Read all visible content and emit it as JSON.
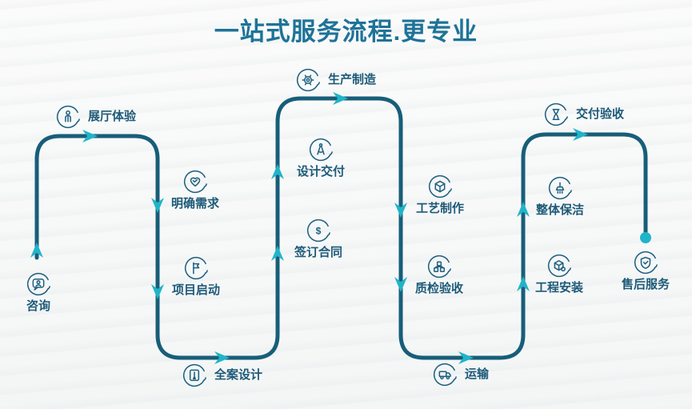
{
  "title": "一站式服务流程.更专业",
  "colors": {
    "title": "#1e7398",
    "line": "#175e79",
    "accent": "#20b4c9",
    "label": "#1d5a78",
    "icon": "#1d6080",
    "bg": "#f7f8f8"
  },
  "steps": [
    {
      "label": "咨询",
      "icon": "consultation-chat-icon"
    },
    {
      "label": "展厅体验",
      "icon": "showroom-person-icon"
    },
    {
      "label": "明确需求",
      "icon": "heart-needs-icon"
    },
    {
      "label": "项目启动",
      "icon": "flag-launch-icon"
    },
    {
      "label": "全案设计",
      "icon": "design-document-icon"
    },
    {
      "label": "签订合同",
      "icon": "dollar-contract-icon"
    },
    {
      "label": "设计交付",
      "icon": "drafting-compass-icon"
    },
    {
      "label": "生产制造",
      "icon": "gear-icon"
    },
    {
      "label": "工艺制作",
      "icon": "cube-icon"
    },
    {
      "label": "质检验收",
      "icon": "quality-blocks-icon"
    },
    {
      "label": "运输",
      "icon": "truck-icon"
    },
    {
      "label": "工程安装",
      "icon": "install-box-icon"
    },
    {
      "label": "整体保洁",
      "icon": "broom-icon"
    },
    {
      "label": "交付验收",
      "icon": "hourglass-icon"
    },
    {
      "label": "售后服务",
      "icon": "shield-icon"
    }
  ],
  "contract_symbol": "$"
}
